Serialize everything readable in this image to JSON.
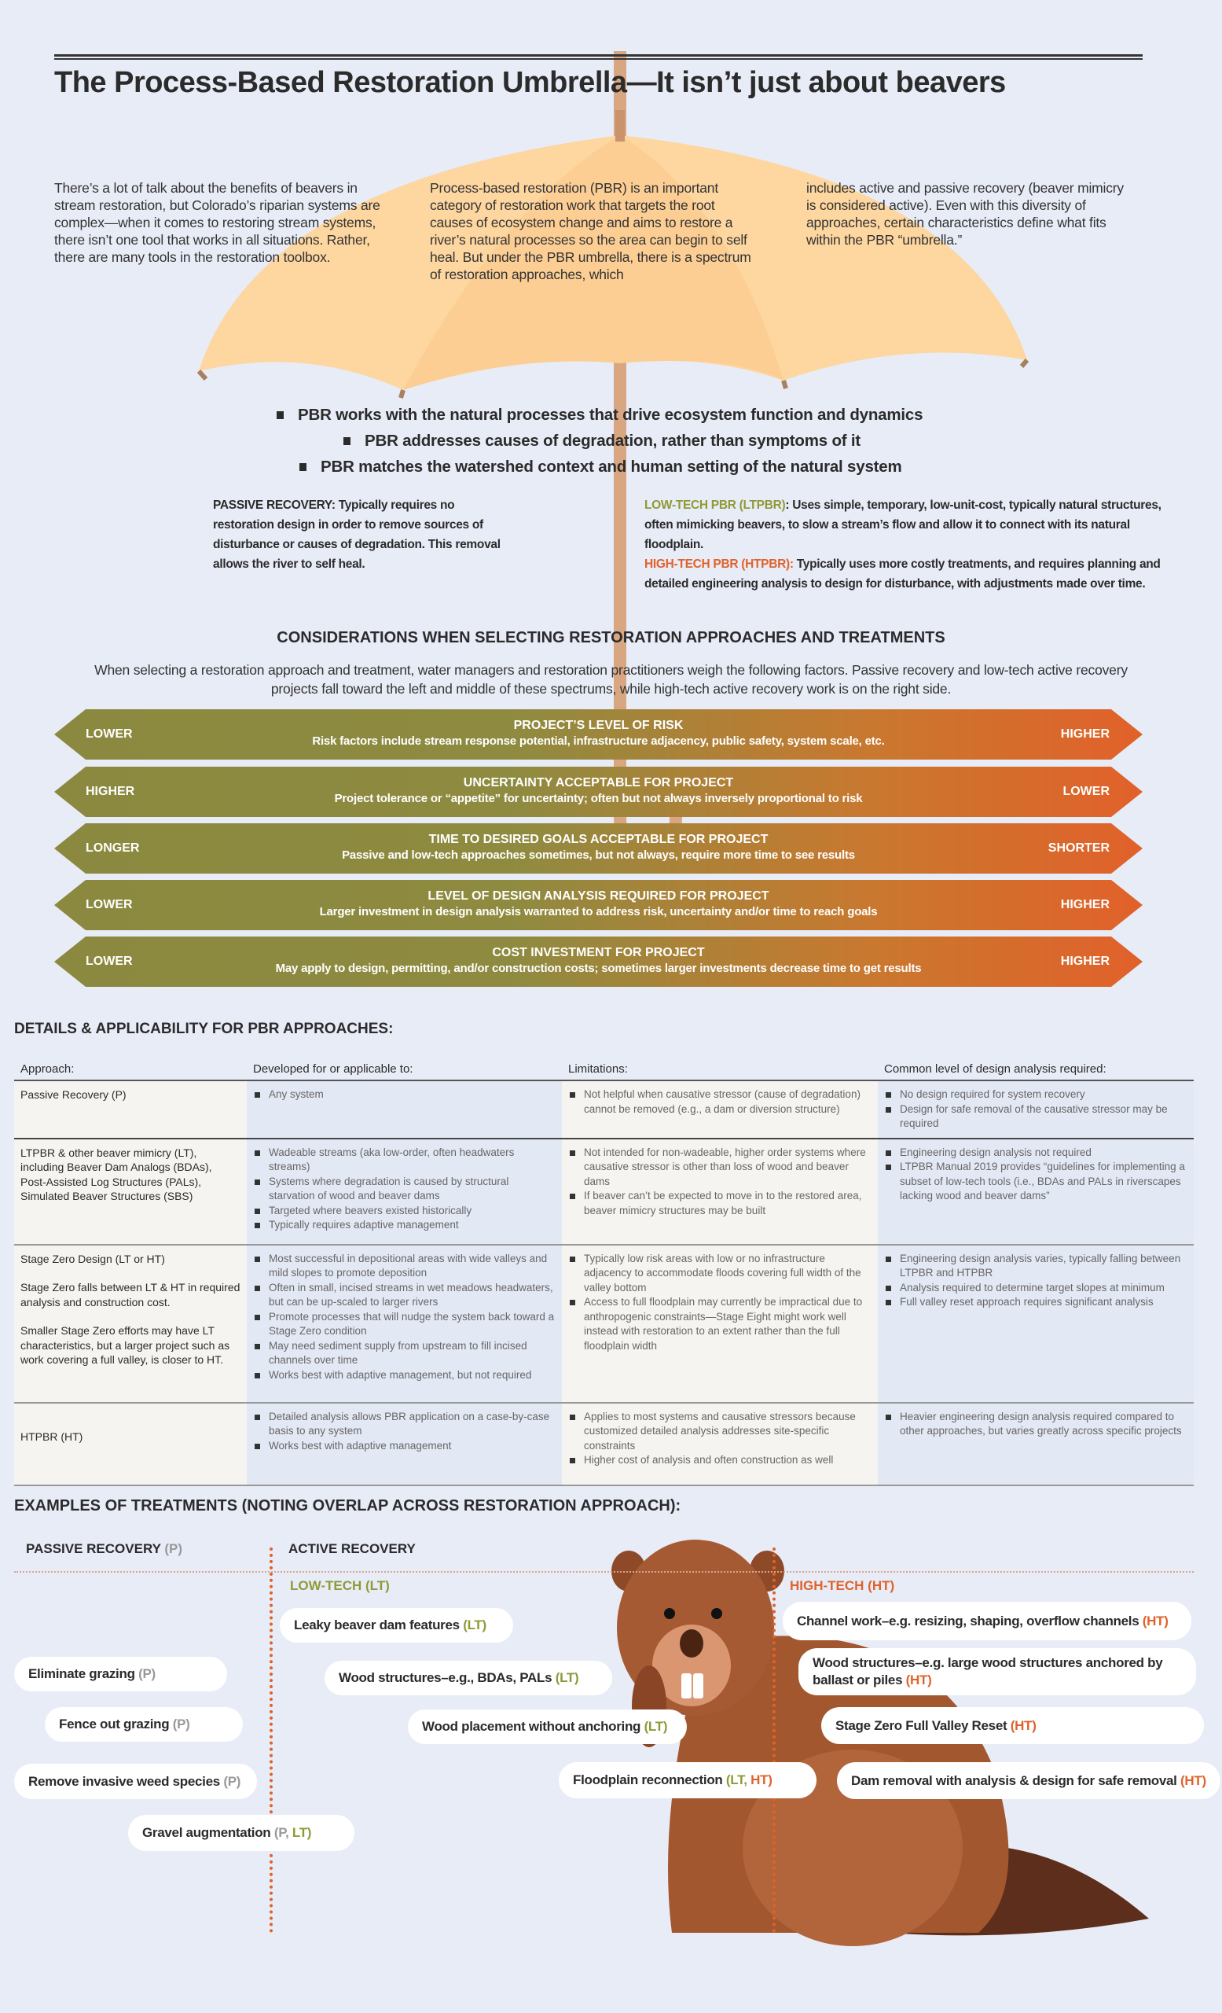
{
  "title": "The Process-Based Restoration Umbrella—It isn’t just about beavers",
  "intro": [
    "There’s a lot of talk about the benefits of beavers in stream restoration, but Colorado’s riparian systems are complex—when it comes to restoring stream systems, there isn’t one tool that works in all situations. Rather, there are many tools in the restoration toolbox.",
    "Process-based restoration (PBR) is an important category of restoration work that targets the root causes of ecosystem change and aims to restore a river’s natural processes so the area can begin to self heal. But under the PBR umbrella, there is a spectrum of restoration approaches, which",
    "includes active and passive recovery (beaver mimicry is considered active). Even with this diversity of approaches, certain characteristics define what fits within the PBR “umbrella.”"
  ],
  "principles": [
    "PBR works with the natural processes that drive ecosystem function and dynamics",
    "PBR addresses causes of degradation, rather than symptoms of it",
    "PBR matches the watershed context and human setting of the natural system"
  ],
  "definitions": {
    "passive": {
      "label": "PASSIVE RECOVERY:",
      "text": " Typically requires no restoration design in order to remove sources of disturbance or causes of degradation. This removal allows the river to self heal."
    },
    "low_tech": {
      "label": "LOW-TECH PBR (LTPBR)",
      "text": ": Uses simple, temporary, low-unit-cost, typically natural structures, often mimicking beavers, to slow a stream’s flow and allow it to connect with its natural floodplain."
    },
    "high_tech": {
      "label": "HIGH-TECH PBR (HTPBR):",
      "text": " Typically uses more costly treatments, and requires planning and detailed engineering analysis to design for disturbance, with adjustments made over time."
    }
  },
  "considerations": {
    "heading": "CONSIDERATIONS WHEN SELECTING RESTORATION APPROACHES AND TREATMENTS",
    "intro": "When selecting a restoration approach and treatment, water managers and restoration practitioners weigh the following factors. Passive recovery and low-tech active recovery projects fall toward the left and middle of these spectrums, while high-tech active recovery work is on the right side.",
    "arrows": [
      {
        "left": "LOWER",
        "title": "PROJECT’S LEVEL OF RISK",
        "desc": "Risk factors include stream response potential, infrastructure adjacency, public safety, system scale, etc.",
        "right": "HIGHER"
      },
      {
        "left": "HIGHER",
        "title": "UNCERTAINTY ACCEPTABLE FOR PROJECT",
        "desc": "Project tolerance or “appetite” for uncertainty; often but not always inversely proportional to risk",
        "right": "LOWER"
      },
      {
        "left": "LONGER",
        "title": "TIME TO DESIRED GOALS ACCEPTABLE FOR PROJECT",
        "desc": "Passive and low-tech approaches sometimes, but not always, require more time to see results",
        "right": "SHORTER"
      },
      {
        "left": "LOWER",
        "title": "LEVEL OF DESIGN ANALYSIS REQUIRED FOR PROJECT",
        "desc": "Larger investment in design analysis warranted to address risk, uncertainty and/or time to reach goals",
        "right": "HIGHER"
      },
      {
        "left": "LOWER",
        "title": "COST INVESTMENT FOR PROJECT",
        "desc": "May apply to design, permitting, and/or construction costs; sometimes larger investments decrease time to get results",
        "right": "HIGHER"
      }
    ]
  },
  "details": {
    "heading": "DETAILS & APPLICABILITY FOR PBR APPROACHES:",
    "columns": [
      "Approach:",
      "Developed for or applicable to:",
      "Limitations:",
      "Common level of design analysis required:"
    ],
    "rows": [
      {
        "approach": [
          "Passive Recovery (P)"
        ],
        "applicable": [
          "Any system"
        ],
        "limitations": [
          "Not helpful when causative stressor (cause of degradation) cannot be removed (e.g., a dam or diversion structure)"
        ],
        "analysis": [
          "No design required for system recovery",
          "Design for safe removal of the causative stressor may be required"
        ]
      },
      {
        "approach": [
          "LTPBR & other beaver mimicry (LT), including Beaver Dam Analogs (BDAs), Post-Assisted Log Structures (PALs), Simulated Beaver Structures (SBS)"
        ],
        "applicable": [
          "Wadeable streams (aka low-order, often headwaters streams)",
          "Systems where degradation is caused by structural starvation of wood and beaver dams",
          "Targeted where beavers existed historically",
          "Typically requires adaptive management"
        ],
        "limitations": [
          "Not intended for non-wadeable, higher order systems where causative stressor is other than loss of wood and beaver dams",
          "If beaver can’t be expected to move in to the restored area, beaver mimicry structures may be built"
        ],
        "analysis": [
          "Engineering design analysis not required",
          "LTPBR Manual 2019 provides “guidelines for implementing a subset of low-tech tools (i.e., BDAs and PALs in riverscapes lacking wood and beaver dams”"
        ]
      },
      {
        "approach": [
          "Stage Zero Design (LT or HT)",
          "Stage Zero falls between LT & HT in required analysis and construction cost.",
          "Smaller Stage Zero efforts may have LT characteristics, but a larger project such as work covering a full valley, is closer to HT."
        ],
        "applicable": [
          "Most successful in depositional areas with wide valleys and mild slopes to promote deposition",
          "Often in small, incised streams in wet meadows headwaters, but can be up-scaled to larger rivers",
          "Promote processes that will nudge the system back toward a Stage Zero condition",
          "May need sediment supply from upstream to fill incised channels over time",
          "Works best with adaptive management, but not required"
        ],
        "limitations": [
          "Typically low risk areas with low or no infrastructure adjacency to accommodate floods covering full width of the valley bottom",
          "Access to full floodplain may currently be impractical due to anthropogenic constraints—Stage Eight might work well instead with restoration to an extent rather than the full floodplain width"
        ],
        "analysis": [
          "Engineering design analysis varies, typically falling between LTPBR and HTPBR",
          "Analysis required to determine target slopes at minimum",
          "Full valley reset approach requires significant analysis"
        ]
      },
      {
        "approach": [
          "HTPBR (HT)"
        ],
        "applicable": [
          "Detailed analysis allows PBR application on a case-by-case basis to any system",
          "Works best with adaptive management"
        ],
        "limitations": [
          "Applies to most systems and causative stressors because customized detailed analysis addresses site-specific constraints",
          "Higher cost of analysis and often construction as well"
        ],
        "analysis": [
          "Heavier engineering design analysis required compared to other approaches, but varies greatly across specific projects"
        ]
      }
    ]
  },
  "examples": {
    "heading": "EXAMPLES OF TREATMENTS (NOTING OVERLAP ACROSS RESTORATION APPROACH):",
    "passive_label": "PASSIVE RECOVERY",
    "passive_tag": "(P)",
    "active_label": "ACTIVE RECOVERY",
    "low_tech_label": "LOW-TECH (LT)",
    "high_tech_label": "HIGH-TECH (HT)",
    "treatments": [
      {
        "text": "Leaky beaver dam features ",
        "tags": [
          {
            "t": "(LT)",
            "k": "lt"
          }
        ]
      },
      {
        "text": "Eliminate grazing ",
        "tags": [
          {
            "t": "(P)",
            "k": "pg"
          }
        ]
      },
      {
        "text": "Wood structures–e.g., BDAs, PALs ",
        "tags": [
          {
            "t": "(LT)",
            "k": "lt"
          }
        ]
      },
      {
        "text": "Fence out grazing ",
        "tags": [
          {
            "t": "(P)",
            "k": "pg"
          }
        ]
      },
      {
        "text": "Wood placement without anchoring ",
        "tags": [
          {
            "t": "(LT)",
            "k": "lt"
          }
        ]
      },
      {
        "text": "Remove invasive weed species ",
        "tags": [
          {
            "t": "(P)",
            "k": "pg"
          }
        ]
      },
      {
        "text": "Floodplain reconnection ",
        "tags": [
          {
            "t": "(LT, ",
            "k": "lt"
          },
          {
            "t": "HT)",
            "k": "ht"
          }
        ]
      },
      {
        "text": "Gravel augmentation ",
        "tags": [
          {
            "t": "(P, ",
            "k": "pg"
          },
          {
            "t": "LT)",
            "k": "lt"
          }
        ]
      },
      {
        "text": "Channel work–e.g. resizing, shaping, overflow channels ",
        "tags": [
          {
            "t": "(HT)",
            "k": "ht"
          }
        ]
      },
      {
        "text": "Wood structures–e.g. large wood structures anchored by ballast or piles ",
        "tags": [
          {
            "t": "(HT)",
            "k": "ht"
          }
        ]
      },
      {
        "text": "Stage Zero Full Valley Reset ",
        "tags": [
          {
            "t": "(HT)",
            "k": "ht"
          }
        ]
      },
      {
        "text": "Dam removal with analysis & design for safe removal ",
        "tags": [
          {
            "t": "(HT)",
            "k": "ht"
          }
        ]
      }
    ]
  },
  "colors": {
    "background": "#e8ecf7",
    "low_tech": "#8f9a36",
    "high_tech": "#e0622a",
    "umbrella": "#fdd6a0",
    "beaver": "#a65a33"
  }
}
